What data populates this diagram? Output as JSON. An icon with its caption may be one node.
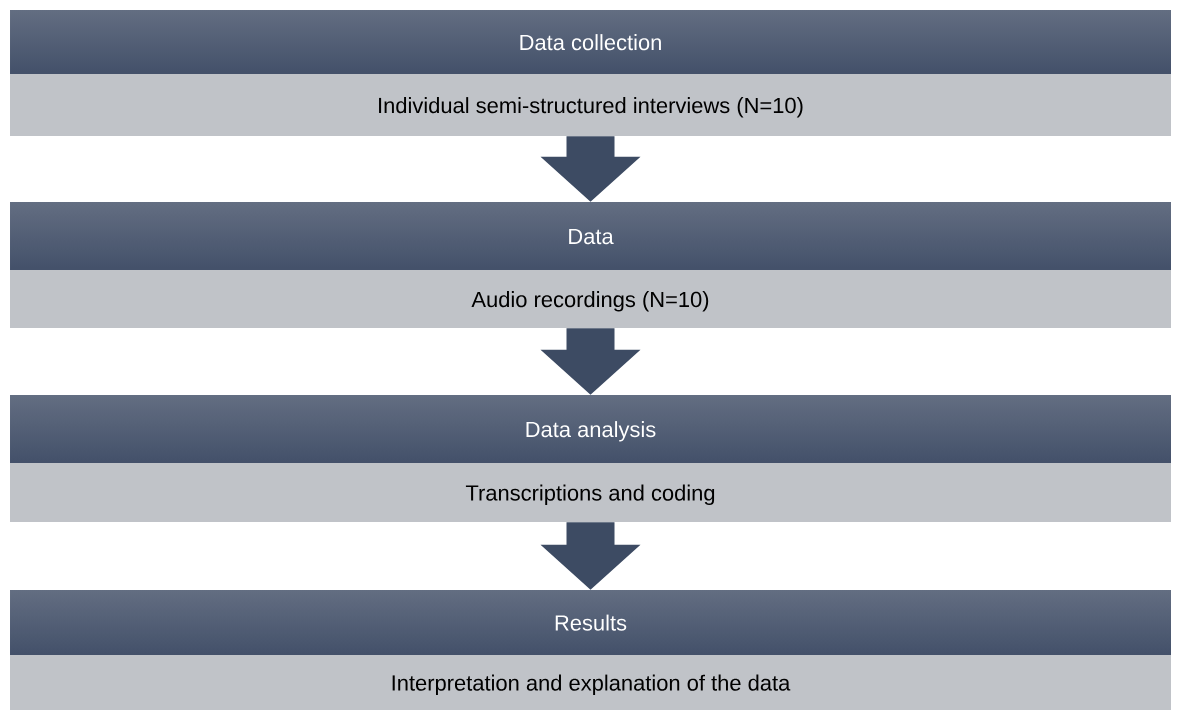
{
  "diagram": {
    "nodes": [
      {
        "text": [
          "Data collection",
          "Individual semi-structured interviews (N=10)"
        ]
      },
      {
        "text": [
          "Data",
          "Audio recordings (N=10)"
        ]
      },
      {
        "text": [
          "Data analysis",
          "Transcriptions and coding"
        ]
      },
      {
        "text": [
          "Results",
          "Interpretation and explanation of the data"
        ]
      }
    ],
    "edges": [
      {
        "from": 0,
        "to": 1,
        "arrow": "to"
      },
      {
        "from": 1,
        "to": 2,
        "arrow": "to"
      },
      {
        "from": 2,
        "to": 3,
        "arrow": "to"
      }
    ]
  }
}
